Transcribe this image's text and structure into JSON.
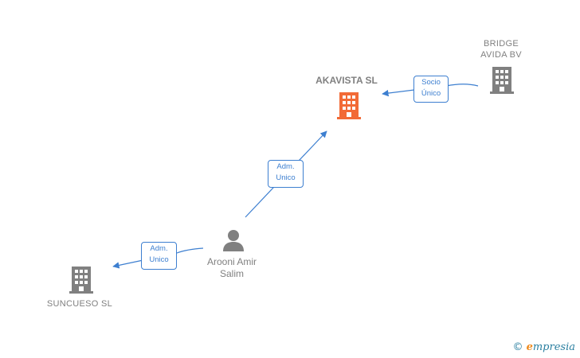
{
  "nodes": {
    "akavista": {
      "label": "AKAVISTA  SL",
      "color": "#f26a36"
    },
    "bridge": {
      "label": "BRIDGE\nAVIDA BV",
      "color": "#808080"
    },
    "person": {
      "label": "Arooni Amir\nSalim",
      "color": "#808080"
    },
    "suncueso": {
      "label": "SUNCUESO  SL",
      "color": "#808080"
    }
  },
  "edges": {
    "bridge_akavista": "Socio\nÚnico",
    "person_akavista": "Adm.\nUnico",
    "person_suncueso": "Adm.\nUnico"
  },
  "colors": {
    "edge": "#3d7fd0"
  },
  "watermark": {
    "copyright": "©",
    "brand_initial": "e",
    "brand_rest": "mpresia"
  }
}
